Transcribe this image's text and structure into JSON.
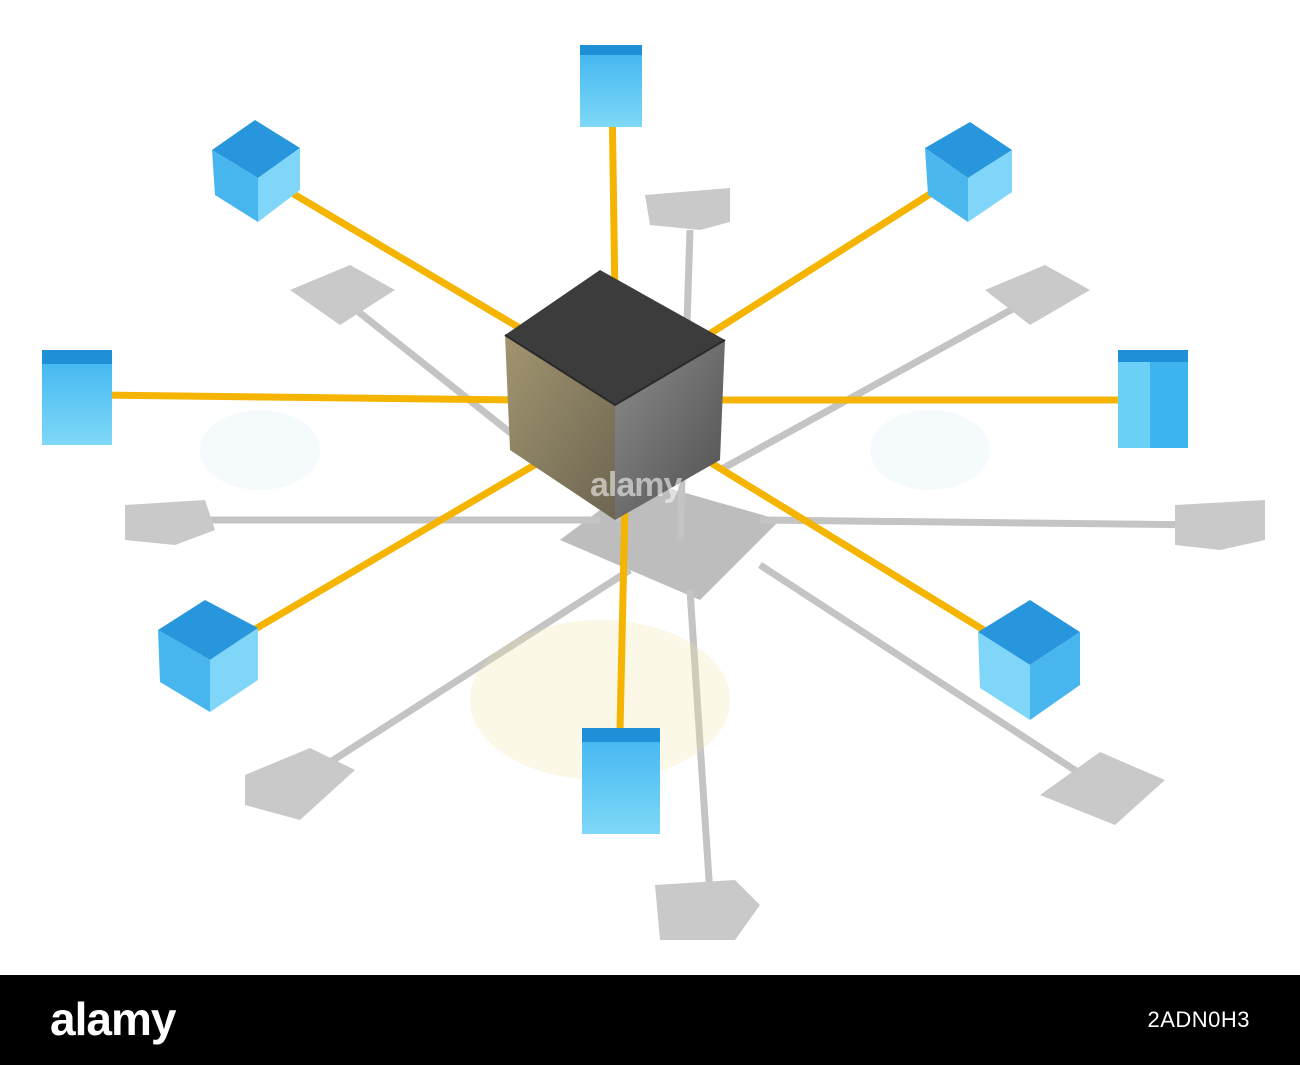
{
  "footer": {
    "brand": "alamy",
    "image_id": "2ADN0H3"
  },
  "watermark": "alamy",
  "scene": {
    "hub": {
      "top_color": "#3a3a3a",
      "left_color": "#8a8068",
      "right_color": "#6e6e6e"
    },
    "node_colors": {
      "front": "#5ec8f5",
      "side": "#3aa6e0",
      "top": "#1f8fd8"
    },
    "link_color": "#f5b400",
    "shadow_color": "#c8c8c8"
  }
}
